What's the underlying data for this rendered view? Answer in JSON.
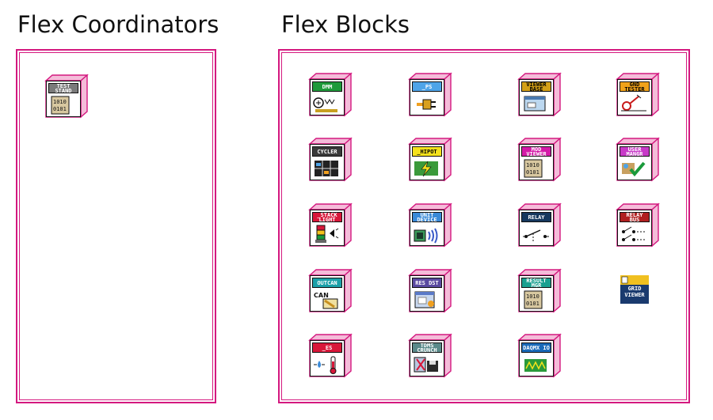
{
  "sections": {
    "coordinators_title": "Flex Coordinators",
    "blocks_title": "Flex Blocks"
  },
  "colors": {
    "frame": "#d4187f",
    "vi_side": "#f4bcd9"
  },
  "coordinators": [
    {
      "label": "TEST STAND",
      "band": "#7a7a7a",
      "icon": "binary-grid-icon"
    }
  ],
  "blocks": [
    {
      "label": "DMM",
      "band": "#1e9a3a",
      "icon": "multimeter-icon"
    },
    {
      "label": "_PS",
      "band": "#4ea4e8",
      "icon": "power-plug-icon"
    },
    {
      "label": "VIEWER BASE",
      "band": "#d4a017",
      "icon": "window-icon"
    },
    {
      "label": "GND TESTER",
      "band": "#f0a21a",
      "icon": "ground-probe-icon"
    },
    {
      "label": "CYCLER",
      "band": "#3a3a3a",
      "icon": "timeline-grid-icon"
    },
    {
      "label": "_HIPOT",
      "band": "#f5e21c",
      "icon": "lightning-icon"
    },
    {
      "label": "MOD VIEWER",
      "band": "#d41aa8",
      "icon": "binary-grid-icon"
    },
    {
      "label": "USER MANGR",
      "band": "#c83ac8",
      "icon": "checkmark-icon"
    },
    {
      "label": "_STACK LIGHT",
      "band": "#d8183a",
      "icon": "stack-light-icon"
    },
    {
      "label": "UNIT DEVICE",
      "band": "#3a8ad8",
      "icon": "signal-device-icon"
    },
    {
      "label": "RELAY",
      "band": "#16385e",
      "icon": "relay-switch-icon"
    },
    {
      "label": "RELAY BUS",
      "band": "#b02020",
      "icon": "relay-bus-icon"
    },
    {
      "label": "OUTCAN",
      "band": "#1aa0a8",
      "icon": "can-message-icon"
    },
    {
      "label": "RES DST",
      "band": "#5a4aa0",
      "icon": "results-window-icon"
    },
    {
      "label": "RESULT MGR",
      "band": "#1aa090",
      "icon": "binary-grid-icon"
    },
    {
      "label": "GRID VIEWER",
      "band": "#1a3a6e",
      "icon": "grid-viewer-icon"
    },
    {
      "label": "_ES",
      "band": "#d8183a",
      "icon": "thermometer-icon"
    },
    {
      "label": "TDMS CRUNCH",
      "band": "#5a8a8a",
      "icon": "disk-crunch-icon"
    },
    {
      "label": "DAQMX IO",
      "band": "#1a6ab8",
      "icon": "waveform-icon"
    }
  ]
}
